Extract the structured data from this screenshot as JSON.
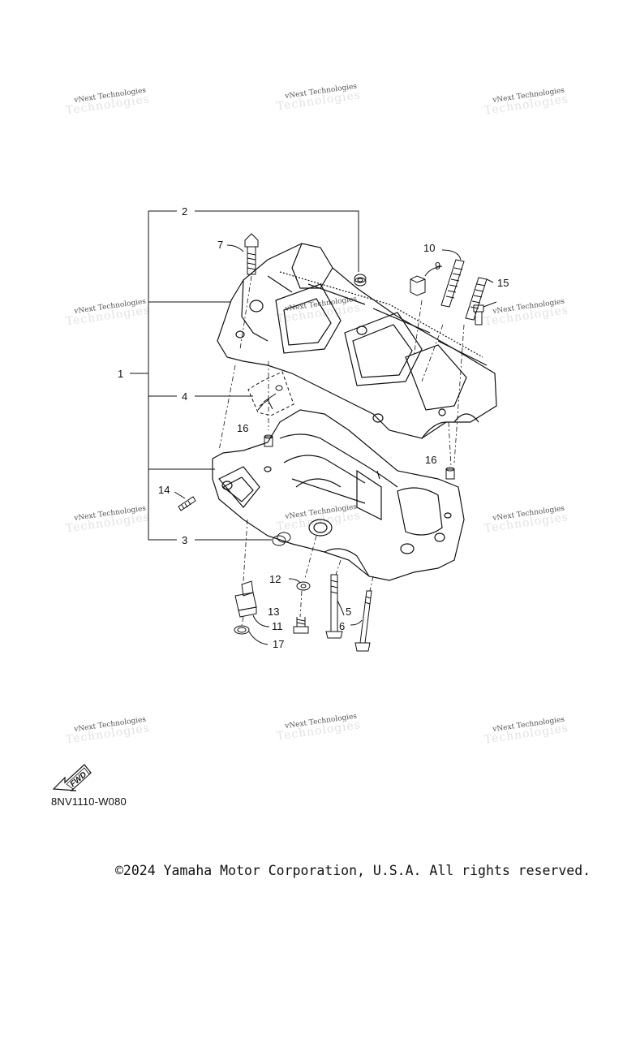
{
  "watermark": {
    "line1": "vNext Technologies",
    "line2": "Technologies"
  },
  "callouts": [
    "1",
    "2",
    "3",
    "4",
    "5",
    "6",
    "7",
    "9",
    "10",
    "11",
    "12",
    "13",
    "14",
    "15",
    "16",
    "16",
    "17"
  ],
  "fwd_label": "FWD",
  "diagram_code": "8NV1110-W080",
  "copyright": "©2024 Yamaha Motor Corporation, U.S.A. All rights reserved."
}
